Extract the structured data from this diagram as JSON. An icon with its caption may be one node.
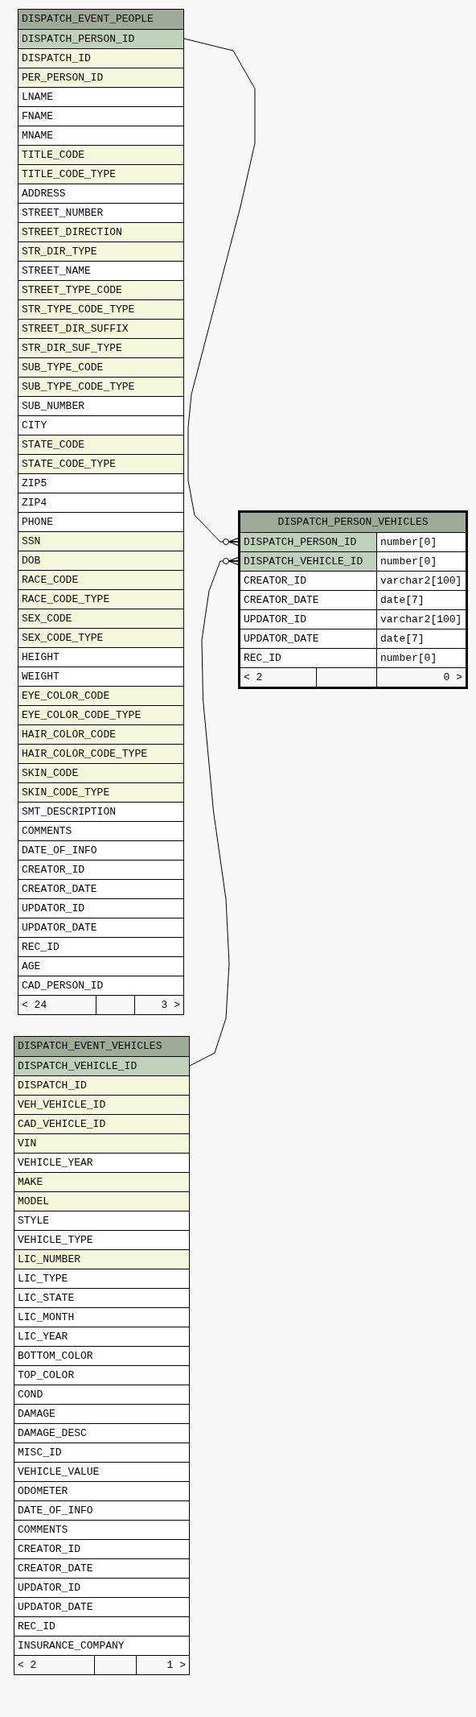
{
  "diagram": {
    "nodes": [
      {
        "text": [
          "DISPATCH_EVENT_PEOPLE"
        ]
      },
      {
        "text": [
          "DISPATCH_PERSON_ID"
        ],
        "in": 0
      },
      {
        "text": [
          "DISPATCH_ID"
        ],
        "in": 0
      },
      {
        "text": [
          "PER_PERSON_ID"
        ],
        "in": 0
      },
      {
        "text": [
          "LNAME"
        ],
        "in": 0
      },
      {
        "text": [
          "FNAME"
        ],
        "in": 0
      },
      {
        "text": [
          "MNAME"
        ],
        "in": 0
      },
      {
        "text": [
          "TITLE_CODE"
        ],
        "in": 0
      },
      {
        "text": [
          "TITLE_CODE_TYPE"
        ],
        "in": 0
      },
      {
        "text": [
          "ADDRESS"
        ],
        "in": 0
      },
      {
        "text": [
          "STREET_NUMBER"
        ],
        "in": 0
      },
      {
        "text": [
          "STREET_DIRECTION"
        ],
        "in": 0
      },
      {
        "text": [
          "STR_DIR_TYPE"
        ],
        "in": 0
      },
      {
        "text": [
          "STREET_NAME"
        ],
        "in": 0
      },
      {
        "text": [
          "STREET_TYPE_CODE"
        ],
        "in": 0
      },
      {
        "text": [
          "STR_TYPE_CODE_TYPE"
        ],
        "in": 0
      },
      {
        "text": [
          "STREET_DIR_SUFFIX"
        ],
        "in": 0
      },
      {
        "text": [
          "STR_DIR_SUF_TYPE"
        ],
        "in": 0
      },
      {
        "text": [
          "SUB_TYPE_CODE"
        ],
        "in": 0
      },
      {
        "text": [
          "SUB_TYPE_CODE_TYPE"
        ],
        "in": 0
      },
      {
        "text": [
          "SUB_NUMBER"
        ],
        "in": 0
      },
      {
        "text": [
          "CITY"
        ],
        "in": 0
      },
      {
        "text": [
          "STATE_CODE"
        ],
        "in": 0
      },
      {
        "text": [
          "STATE_CODE_TYPE"
        ],
        "in": 0
      },
      {
        "text": [
          "ZIP5"
        ],
        "in": 0
      },
      {
        "text": [
          "ZIP4"
        ],
        "in": 0
      },
      {
        "text": [
          "PHONE"
        ],
        "in": 0
      },
      {
        "text": [
          "SSN"
        ],
        "in": 0
      },
      {
        "text": [
          "DOB"
        ],
        "in": 0
      },
      {
        "text": [
          "RACE_CODE"
        ],
        "in": 0
      },
      {
        "text": [
          "RACE_CODE_TYPE"
        ],
        "in": 0
      },
      {
        "text": [
          "SEX_CODE"
        ],
        "in": 0
      },
      {
        "text": [
          "SEX_CODE_TYPE"
        ],
        "in": 0
      },
      {
        "text": [
          "HEIGHT"
        ],
        "in": 0
      },
      {
        "text": [
          "WEIGHT"
        ],
        "in": 0
      },
      {
        "text": [
          "EYE_COLOR_CODE"
        ],
        "in": 0
      },
      {
        "text": [
          "EYE_COLOR_CODE_TYPE"
        ],
        "in": 0
      },
      {
        "text": [
          "HAIR_COLOR_CODE"
        ],
        "in": 0
      },
      {
        "text": [
          "HAIR_COLOR_CODE_TYPE"
        ],
        "in": 0
      },
      {
        "text": [
          "SKIN_CODE"
        ],
        "in": 0
      },
      {
        "text": [
          "SKIN_CODE_TYPE"
        ],
        "in": 0
      },
      {
        "text": [
          "SMT_DESCRIPTION"
        ],
        "in": 0
      },
      {
        "text": [
          "COMMENTS"
        ],
        "in": 0
      },
      {
        "text": [
          "DATE_OF_INFO"
        ],
        "in": 0
      },
      {
        "text": [
          "CREATOR_ID"
        ],
        "in": 0
      },
      {
        "text": [
          "CREATOR_DATE"
        ],
        "in": 0
      },
      {
        "text": [
          "UPDATOR_ID"
        ],
        "in": 0
      },
      {
        "text": [
          "UPDATOR_DATE"
        ],
        "in": 0
      },
      {
        "text": [
          "REC_ID"
        ],
        "in": 0
      },
      {
        "text": [
          "AGE"
        ],
        "in": 0
      },
      {
        "text": [
          "CAD_PERSON_ID"
        ],
        "in": 0
      },
      {
        "text": [
          "< 24",
          "3 >"
        ],
        "in": 0
      },
      {
        "text": [
          "DISPATCH_PERSON_VEHICLES"
        ]
      },
      {
        "text": [
          "DISPATCH_PERSON_ID",
          "number[0]"
        ],
        "in": 52
      },
      {
        "text": [
          "DISPATCH_VEHICLE_ID",
          "number[0]"
        ],
        "in": 52
      },
      {
        "text": [
          "CREATOR_ID",
          "varchar2[100]"
        ],
        "in": 52
      },
      {
        "text": [
          "CREATOR_DATE",
          "date[7]"
        ],
        "in": 52
      },
      {
        "text": [
          "UPDATOR_ID",
          "varchar2[100]"
        ],
        "in": 52
      },
      {
        "text": [
          "UPDATOR_DATE",
          "date[7]"
        ],
        "in": 52
      },
      {
        "text": [
          "REC_ID",
          "number[0]"
        ],
        "in": 52
      },
      {
        "text": [
          "< 2",
          "0 >"
        ],
        "in": 52
      },
      {
        "text": [
          "DISPATCH_EVENT_VEHICLES"
        ]
      },
      {
        "text": [
          "DISPATCH_VEHICLE_ID"
        ],
        "in": 61
      },
      {
        "text": [
          "DISPATCH_ID"
        ],
        "in": 61
      },
      {
        "text": [
          "VEH_VEHICLE_ID"
        ],
        "in": 61
      },
      {
        "text": [
          "CAD_VEHICLE_ID"
        ],
        "in": 61
      },
      {
        "text": [
          "VIN"
        ],
        "in": 61
      },
      {
        "text": [
          "VEHICLE_YEAR"
        ],
        "in": 61
      },
      {
        "text": [
          "MAKE"
        ],
        "in": 61
      },
      {
        "text": [
          "MODEL"
        ],
        "in": 61
      },
      {
        "text": [
          "STYLE"
        ],
        "in": 61
      },
      {
        "text": [
          "VEHICLE_TYPE"
        ],
        "in": 61
      },
      {
        "text": [
          "LIC_NUMBER"
        ],
        "in": 61
      },
      {
        "text": [
          "LIC_TYPE"
        ],
        "in": 61
      },
      {
        "text": [
          "LIC_STATE"
        ],
        "in": 61
      },
      {
        "text": [
          "LIC_MONTH"
        ],
        "in": 61
      },
      {
        "text": [
          "LIC_YEAR"
        ],
        "in": 61
      },
      {
        "text": [
          "BOTTOM_COLOR"
        ],
        "in": 61
      },
      {
        "text": [
          "TOP_COLOR"
        ],
        "in": 61
      },
      {
        "text": [
          "COND"
        ],
        "in": 61
      },
      {
        "text": [
          "DAMAGE"
        ],
        "in": 61
      },
      {
        "text": [
          "DAMAGE_DESC"
        ],
        "in": 61
      },
      {
        "text": [
          "MISC_ID"
        ],
        "in": 61
      },
      {
        "text": [
          "VEHICLE_VALUE"
        ],
        "in": 61
      },
      {
        "text": [
          "ODOMETER"
        ],
        "in": 61
      },
      {
        "text": [
          "DATE_OF_INFO"
        ],
        "in": 61
      },
      {
        "text": [
          "COMMENTS"
        ],
        "in": 61
      },
      {
        "text": [
          "CREATOR_ID"
        ],
        "in": 61
      },
      {
        "text": [
          "CREATOR_DATE"
        ],
        "in": 61
      },
      {
        "text": [
          "UPDATOR_ID"
        ],
        "in": 61
      },
      {
        "text": [
          "UPDATOR_DATE"
        ],
        "in": 61
      },
      {
        "text": [
          "REC_ID"
        ],
        "in": 61
      },
      {
        "text": [
          "INSURANCE_COMPANY"
        ],
        "in": 61
      },
      {
        "text": [
          "< 2",
          "1 >"
        ],
        "in": 61
      }
    ],
    "edges": [
      {
        "from": 1,
        "to": 53,
        "arrow": "other"
      },
      {
        "from": 62,
        "to": 54,
        "arrow": "other"
      }
    ]
  }
}
